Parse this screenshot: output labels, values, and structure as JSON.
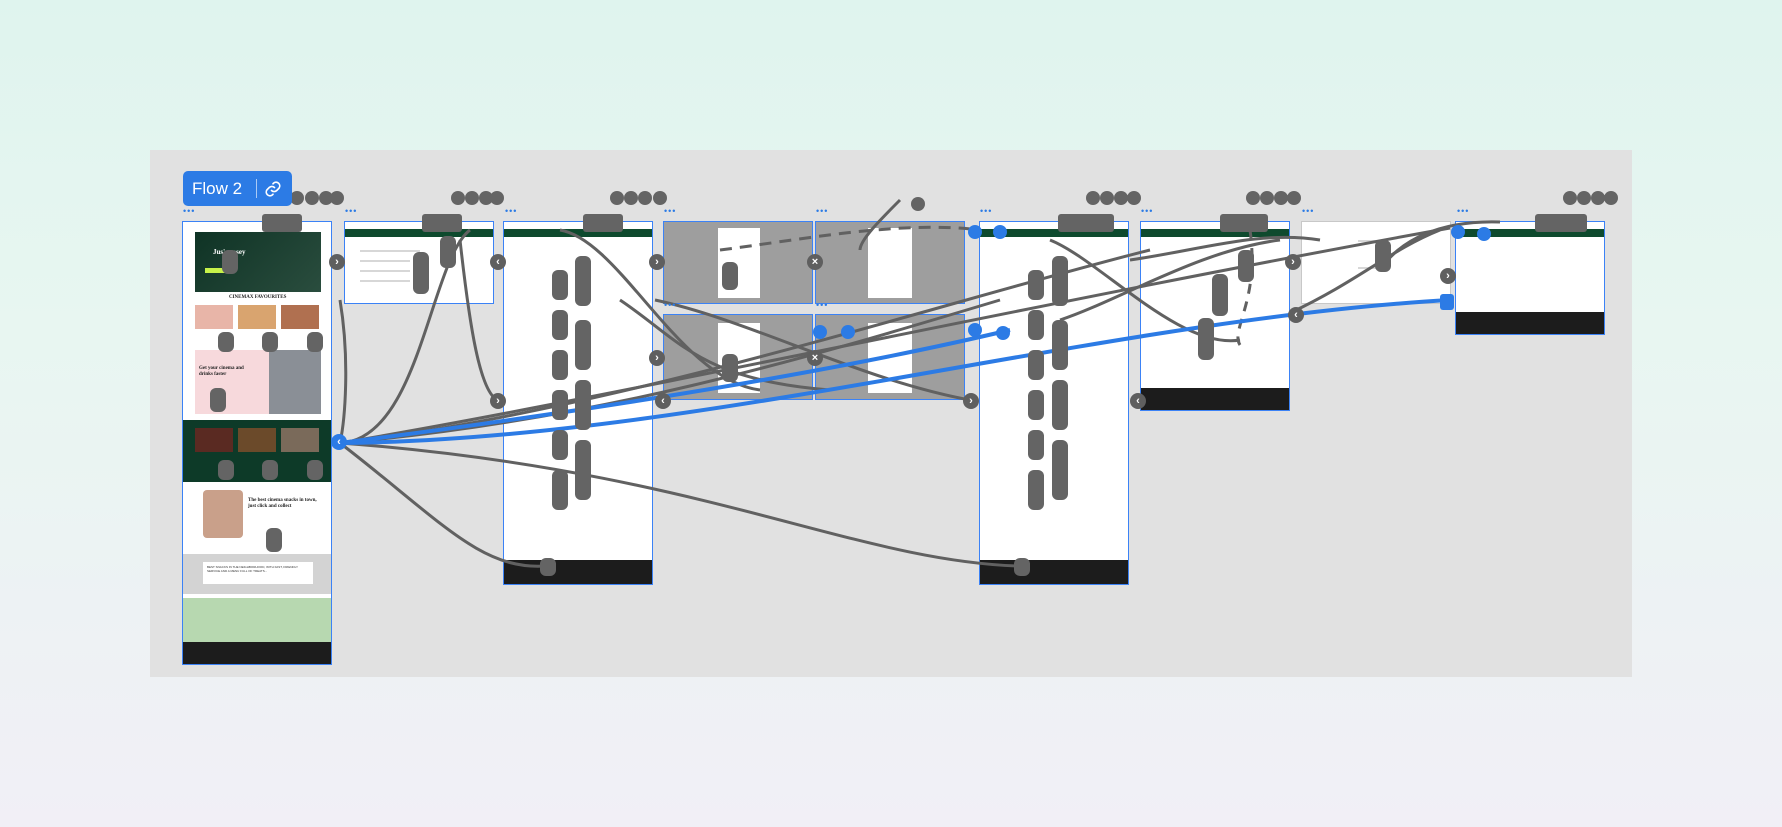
{
  "flow": {
    "label": "Flow 2",
    "link_icon": "link-icon"
  },
  "home_frame": {
    "hero_text": "Jus' mosey",
    "section_title": "CINEMAX FAVOURITES",
    "promo_title": "Get your cinema and drinks faster",
    "app_title": "The best cinema snacks in town, just click and collect",
    "quote_text": "BEST SNACKS IN THE NEIGHBORHOOD, WITH FAST, FRIENDLY SERVICE AND A MENU FULL OF TREATS..."
  },
  "colors": {
    "accent": "#2c7be5",
    "canvas": "#e1e1e1",
    "brand_dark_green": "#0e4a2e",
    "wire": "#616161"
  }
}
